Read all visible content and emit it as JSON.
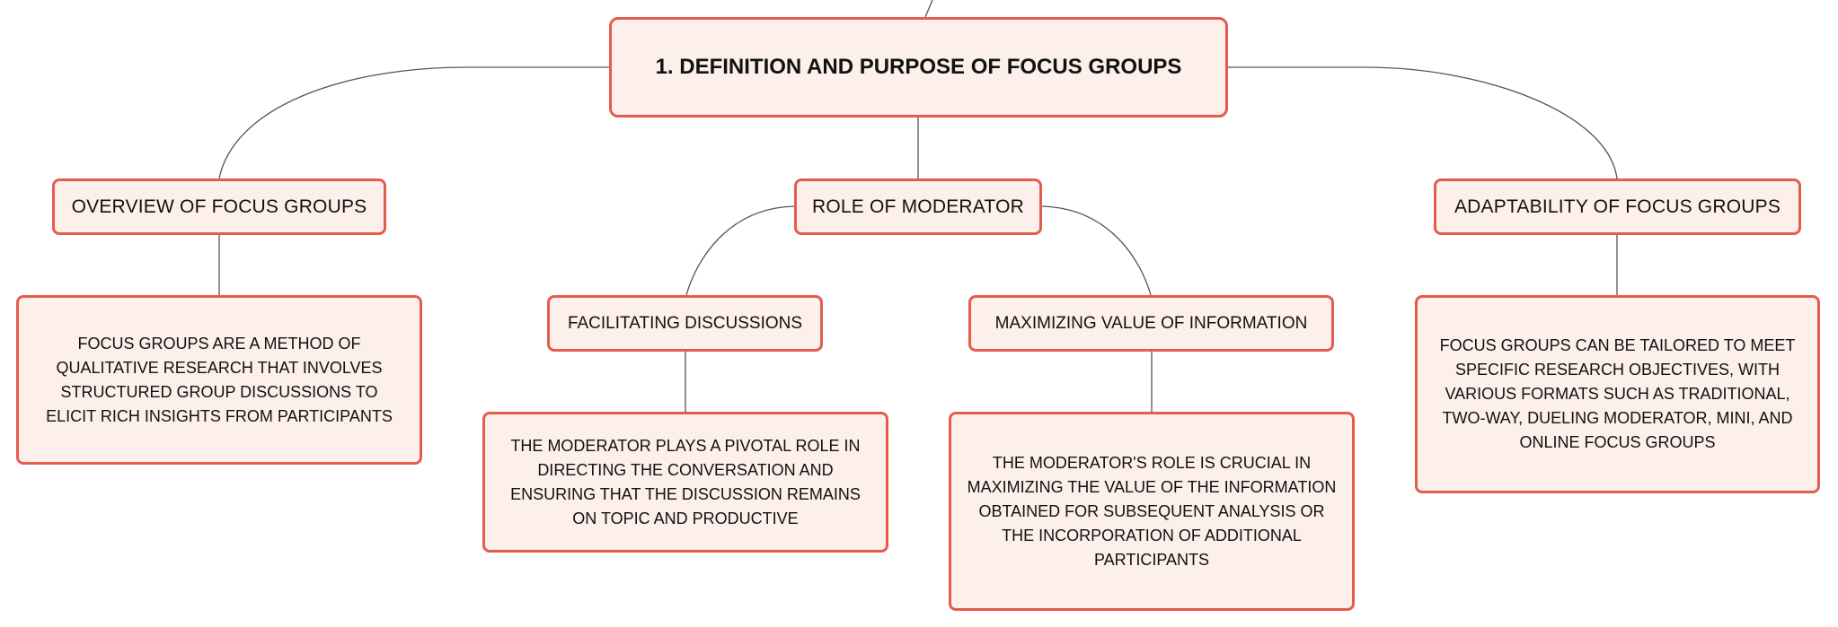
{
  "colors": {
    "node_border": "#e35d4f",
    "node_fill": "#fdefea",
    "connector": "#555555",
    "text": "#111111"
  },
  "root": {
    "label": "1. DEFINITION AND PURPOSE OF FOCUS GROUPS"
  },
  "topics": {
    "overview": {
      "label": "OVERVIEW OF FOCUS GROUPS",
      "description": "FOCUS GROUPS ARE A METHOD OF QUALITATIVE RESEARCH THAT INVOLVES STRUCTURED GROUP DISCUSSIONS TO ELICIT RICH INSIGHTS FROM PARTICIPANTS"
    },
    "moderator": {
      "label": "ROLE OF MODERATOR",
      "subtopics": {
        "facilitating": {
          "label": "FACILITATING DISCUSSIONS",
          "description": "THE MODERATOR PLAYS A PIVOTAL ROLE IN DIRECTING THE CONVERSATION AND ENSURING THAT THE DISCUSSION REMAINS ON TOPIC AND PRODUCTIVE"
        },
        "maximizing": {
          "label": "MAXIMIZING VALUE OF INFORMATION",
          "description": "THE MODERATOR'S ROLE IS CRUCIAL IN MAXIMIZING THE VALUE OF THE INFORMATION OBTAINED FOR SUBSEQUENT ANALYSIS OR THE INCORPORATION OF ADDITIONAL PARTICIPANTS"
        }
      }
    },
    "adaptability": {
      "label": "ADAPTABILITY OF FOCUS GROUPS",
      "description": "FOCUS GROUPS CAN BE TAILORED TO MEET SPECIFIC RESEARCH OBJECTIVES, WITH VARIOUS FORMATS SUCH AS TRADITIONAL, TWO-WAY, DUELING MODERATOR, MINI, AND ONLINE FOCUS GROUPS"
    }
  }
}
